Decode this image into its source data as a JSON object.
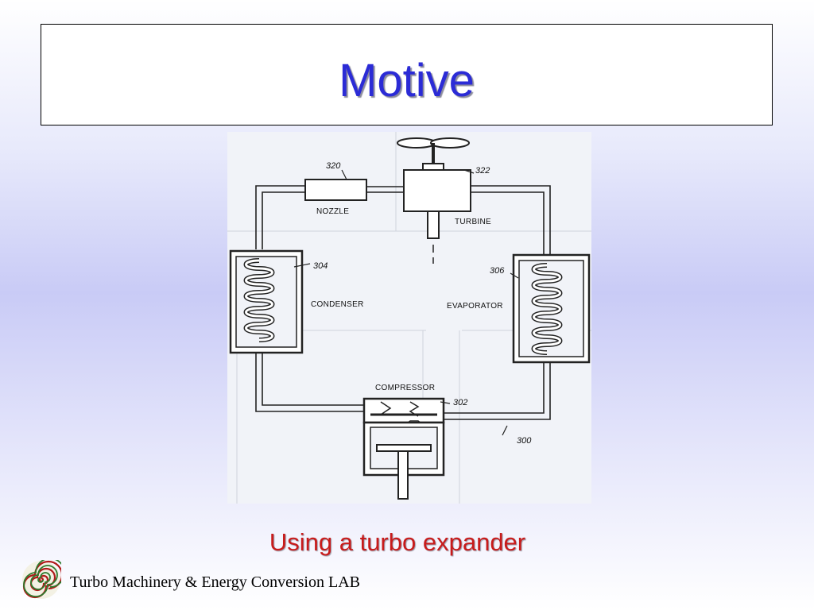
{
  "slide": {
    "title": "Motive",
    "caption": "Using a turbo expander",
    "footer": "Turbo Machinery & Energy Conversion LAB"
  },
  "diagram": {
    "labels": {
      "nozzle": "NOZZLE",
      "turbine": "TURBINE",
      "condenser": "CONDENSER",
      "evaporator": "EVAPORATOR",
      "compressor": "COMPRESSOR"
    },
    "refs": {
      "nozzle": "320",
      "turbine": "322",
      "condenser": "304",
      "evaporator": "306",
      "compressor": "302",
      "loop": "300"
    }
  },
  "colors": {
    "title": "#2b2bd6",
    "caption": "#c81b1b"
  },
  "icons": {
    "logo": "spiral-logo-icon"
  }
}
